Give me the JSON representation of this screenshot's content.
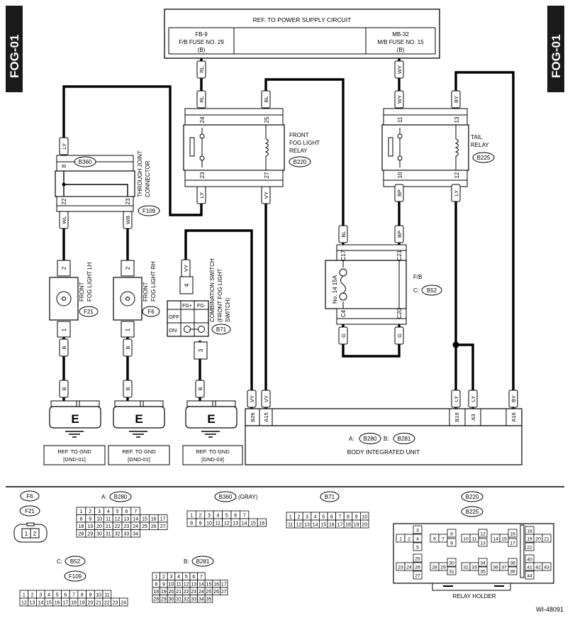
{
  "section_code": "FOG-01",
  "figure_id": "WI-48091",
  "power": {
    "title": "REF. TO POWER SUPPLY CIRCUIT",
    "left_fuse": [
      "FB-9",
      "F/B FUSE NO. 29",
      "(B)"
    ],
    "right_fuse": [
      "MB-32",
      "M/B FUSE NO. 15",
      "(B)"
    ]
  },
  "relays": {
    "fog": {
      "name": [
        "FRONT",
        "FOG LIGHT",
        "RELAY"
      ],
      "connector": "B220",
      "pins": [
        "24",
        "25",
        "23",
        "27"
      ]
    },
    "tail": {
      "name": [
        "TAIL",
        "RELAY"
      ],
      "connector": "B225",
      "pins": [
        "11",
        "13",
        "10",
        "12"
      ]
    }
  },
  "joint": {
    "name": [
      "THROUGH JOINT",
      "CONNECTOR"
    ],
    "top": "B360",
    "bottom": "F109",
    "pins": [
      "8",
      "22",
      "23"
    ]
  },
  "fuse_box": {
    "label": "F/B",
    "conn": "C:",
    "connector": "B52",
    "fuse": "No. 14 15A",
    "pins": [
      "C17",
      "C21",
      "C4",
      "C20"
    ]
  },
  "lamps": {
    "lh": {
      "name": [
        "FRONT",
        "FOG LIGHT LH"
      ],
      "connector": "F21",
      "pins": [
        "2",
        "1"
      ]
    },
    "rh": {
      "name": [
        "FRONT",
        "FOG LIGHT RH"
      ],
      "connector": "F6",
      "pins": [
        "2",
        "1"
      ]
    }
  },
  "switch": {
    "name": [
      "COMBINATION SWITCH",
      "(FRONT FOG LIGHT",
      "SWITCH)"
    ],
    "connector": "B71",
    "cols": [
      "FG+",
      "FG-"
    ],
    "rows": [
      "OFF",
      "ON"
    ],
    "pins": [
      "4",
      "3"
    ]
  },
  "wire_colors": [
    "RL",
    "WY",
    "LY",
    "BL",
    "BY",
    "BP",
    "WL",
    "WB",
    "VY",
    "B",
    "G"
  ],
  "bcu": {
    "name": "BODY INTEGRATED UNIT",
    "a": "A:",
    "a_conn": "B280",
    "b": "B:",
    "b_conn": "B281",
    "pins": [
      "B26",
      "A15",
      "B19",
      "A3",
      "A16"
    ]
  },
  "ground": {
    "symbol": "E",
    "refs": [
      [
        "REF. TO GND",
        "[GND-01]"
      ],
      [
        "REF. TO GND",
        "[GND-01]"
      ],
      [
        "REF. TO GND",
        "[GND-03]"
      ]
    ]
  },
  "legend": {
    "f6": "F6",
    "f21": "F21",
    "f21_pins": [
      "1",
      "2"
    ],
    "b280_prefix": "A:",
    "b280": "B280",
    "b280_rows": [
      [
        "1",
        "2",
        "3",
        "4",
        "5",
        "6",
        "7"
      ],
      [
        "8",
        "9",
        "10",
        "11",
        "12",
        "13",
        "14",
        "15",
        "16",
        "17"
      ],
      [
        "18",
        "19",
        "20",
        "21",
        "22",
        "23",
        "24",
        "25",
        "26",
        "27"
      ],
      [
        "28",
        "29",
        "30",
        "31",
        "32",
        "33",
        "34"
      ]
    ],
    "b360": "B360",
    "b360_note": "(GRAY)",
    "b360_rows": [
      [
        "1",
        "2",
        "3",
        "4",
        "5",
        "6",
        "7"
      ],
      [
        "8",
        "9",
        "10",
        "11",
        "12",
        "13",
        "14",
        "15",
        "16"
      ]
    ],
    "b71": "B71",
    "b71_rows": [
      [
        "1",
        "2",
        "3",
        "4",
        "5",
        "6",
        "7",
        "8",
        "9",
        "10"
      ],
      [
        "11",
        "12",
        "13",
        "14",
        "15",
        "16",
        "17",
        "18",
        "19",
        "20"
      ]
    ],
    "b220": "B220",
    "b225": "B225",
    "relay_holder": "RELAY HOLDER",
    "relay_holder_pins": [
      "1",
      "2",
      "3",
      "4",
      "5",
      "6",
      "7",
      "8",
      "9",
      "10",
      "11",
      "12",
      "13",
      "14",
      "15",
      "16",
      "17",
      "18",
      "19",
      "20",
      "21",
      "22",
      "23",
      "24",
      "25",
      "26",
      "27",
      "28",
      "29",
      "30",
      "31",
      "32",
      "33",
      "34",
      "35",
      "36",
      "37",
      "38",
      "39",
      "40",
      "41",
      "42",
      "43",
      "44"
    ],
    "b52_prefix": "C:",
    "b52": "B52",
    "f109": "F109",
    "b52_rows": [
      [
        "1",
        "2",
        "3",
        "4",
        "5",
        "6",
        "7",
        "8",
        "9",
        "10",
        "11"
      ],
      [
        "12",
        "13",
        "14",
        "15",
        "16",
        "17",
        "18",
        "19",
        "20",
        "21",
        "22",
        "23",
        "24"
      ]
    ],
    "b281_prefix": "B:",
    "b281": "B281",
    "b281_rows": [
      [
        "1",
        "2",
        "3",
        "4",
        "5",
        "6",
        "7"
      ],
      [
        "8",
        "9",
        "10",
        "11",
        "12",
        "13",
        "14",
        "15",
        "16",
        "17"
      ],
      [
        "18",
        "19",
        "20",
        "21",
        "22",
        "23",
        "24",
        "25",
        "26",
        "27"
      ],
      [
        "28",
        "29",
        "30",
        "31",
        "32",
        "33",
        "34",
        "35"
      ]
    ]
  }
}
